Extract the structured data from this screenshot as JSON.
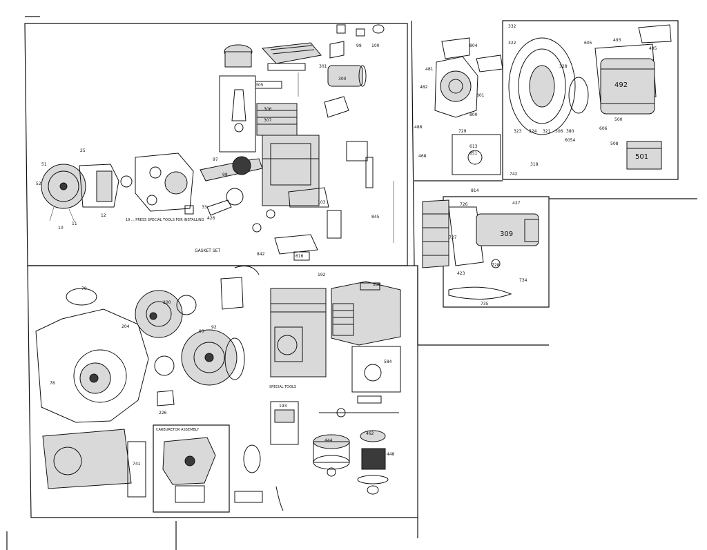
{
  "labels": {
    "p10": "10",
    "p11": "11",
    "p12": "12",
    "p25": "25",
    "p33": "33",
    "p51": "51",
    "p52": "52",
    "p78": "78",
    "p79": "79",
    "p90": "90",
    "p92": "92",
    "p97": "97",
    "p98": "98",
    "p99": "99",
    "p100": "100",
    "p103": "103",
    "p188": "188",
    "p192": "192",
    "p193": "193",
    "p200": "200",
    "p204": "204",
    "p226": "226",
    "p300": "300",
    "p301": "301",
    "p305": "305",
    "p306": "306",
    "p307": "307",
    "p309": "309",
    "p318": "318",
    "p321": "321",
    "p322": "322",
    "p323": "323",
    "p324": "324",
    "p328": "328",
    "p332": "332",
    "p380": "380",
    "p423": "423",
    "p426": "426",
    "p427": "427",
    "p444": "444",
    "p448": "448",
    "p462": "462",
    "p468": "468",
    "p481": "481",
    "p482": "482",
    "p488": "488",
    "p492": "492",
    "p493": "493",
    "p495": "495",
    "p500": "500",
    "p501": "501",
    "p506": "506",
    "p508": "508",
    "p584": "584",
    "p605": "605",
    "p606": "606",
    "p613": "613",
    "p616": "616",
    "p726": "726",
    "p727": "727",
    "p728": "728",
    "p729": "729",
    "p734": "734",
    "p735": "735",
    "p741": "741",
    "p742": "742",
    "p800": "800",
    "p801": "801",
    "p804": "804",
    "p814": "814",
    "p842": "842",
    "p845": "845",
    "p851": "851",
    "p6054": "6054",
    "gasket_set": "GASKET SET",
    "tool_note_1": "19 ... PRESS SPECIAL TOOLS FOR INSTALLING",
    "tool_note_2": "SPECIAL TOOLS",
    "carb_note": "CARBURETOR ASSEMBLY"
  }
}
